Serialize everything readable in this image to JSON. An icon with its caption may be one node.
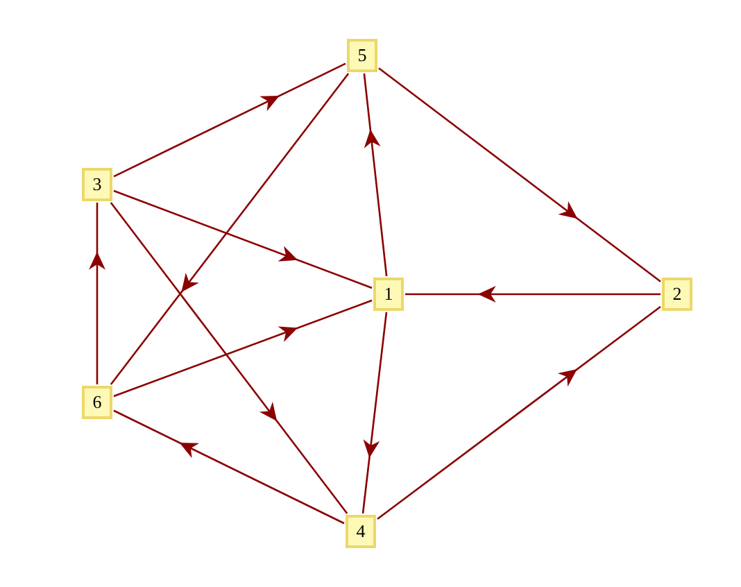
{
  "diagram": {
    "nodes": [
      {
        "text": [
          "1"
        ]
      },
      {
        "text": [
          "2"
        ]
      },
      {
        "text": [
          "3"
        ]
      },
      {
        "text": [
          "4"
        ]
      },
      {
        "text": [
          "5"
        ]
      },
      {
        "text": [
          "6"
        ]
      }
    ],
    "edges": [
      {
        "from": 2,
        "to": 4,
        "arrow": "to"
      },
      {
        "from": 4,
        "to": 1,
        "arrow": "to"
      },
      {
        "from": 0,
        "to": 4,
        "arrow": "to"
      },
      {
        "from": 4,
        "to": 5,
        "arrow": "to"
      },
      {
        "from": 2,
        "to": 0,
        "arrow": "to"
      },
      {
        "from": 2,
        "to": 3,
        "arrow": "to"
      },
      {
        "from": 1,
        "to": 0,
        "arrow": "to"
      },
      {
        "from": 5,
        "to": 2,
        "arrow": "to"
      },
      {
        "from": 5,
        "to": 0,
        "arrow": "to"
      },
      {
        "from": 0,
        "to": 3,
        "arrow": "to"
      },
      {
        "from": 3,
        "to": 1,
        "arrow": "to"
      },
      {
        "from": 3,
        "to": 5,
        "arrow": "to"
      }
    ]
  }
}
